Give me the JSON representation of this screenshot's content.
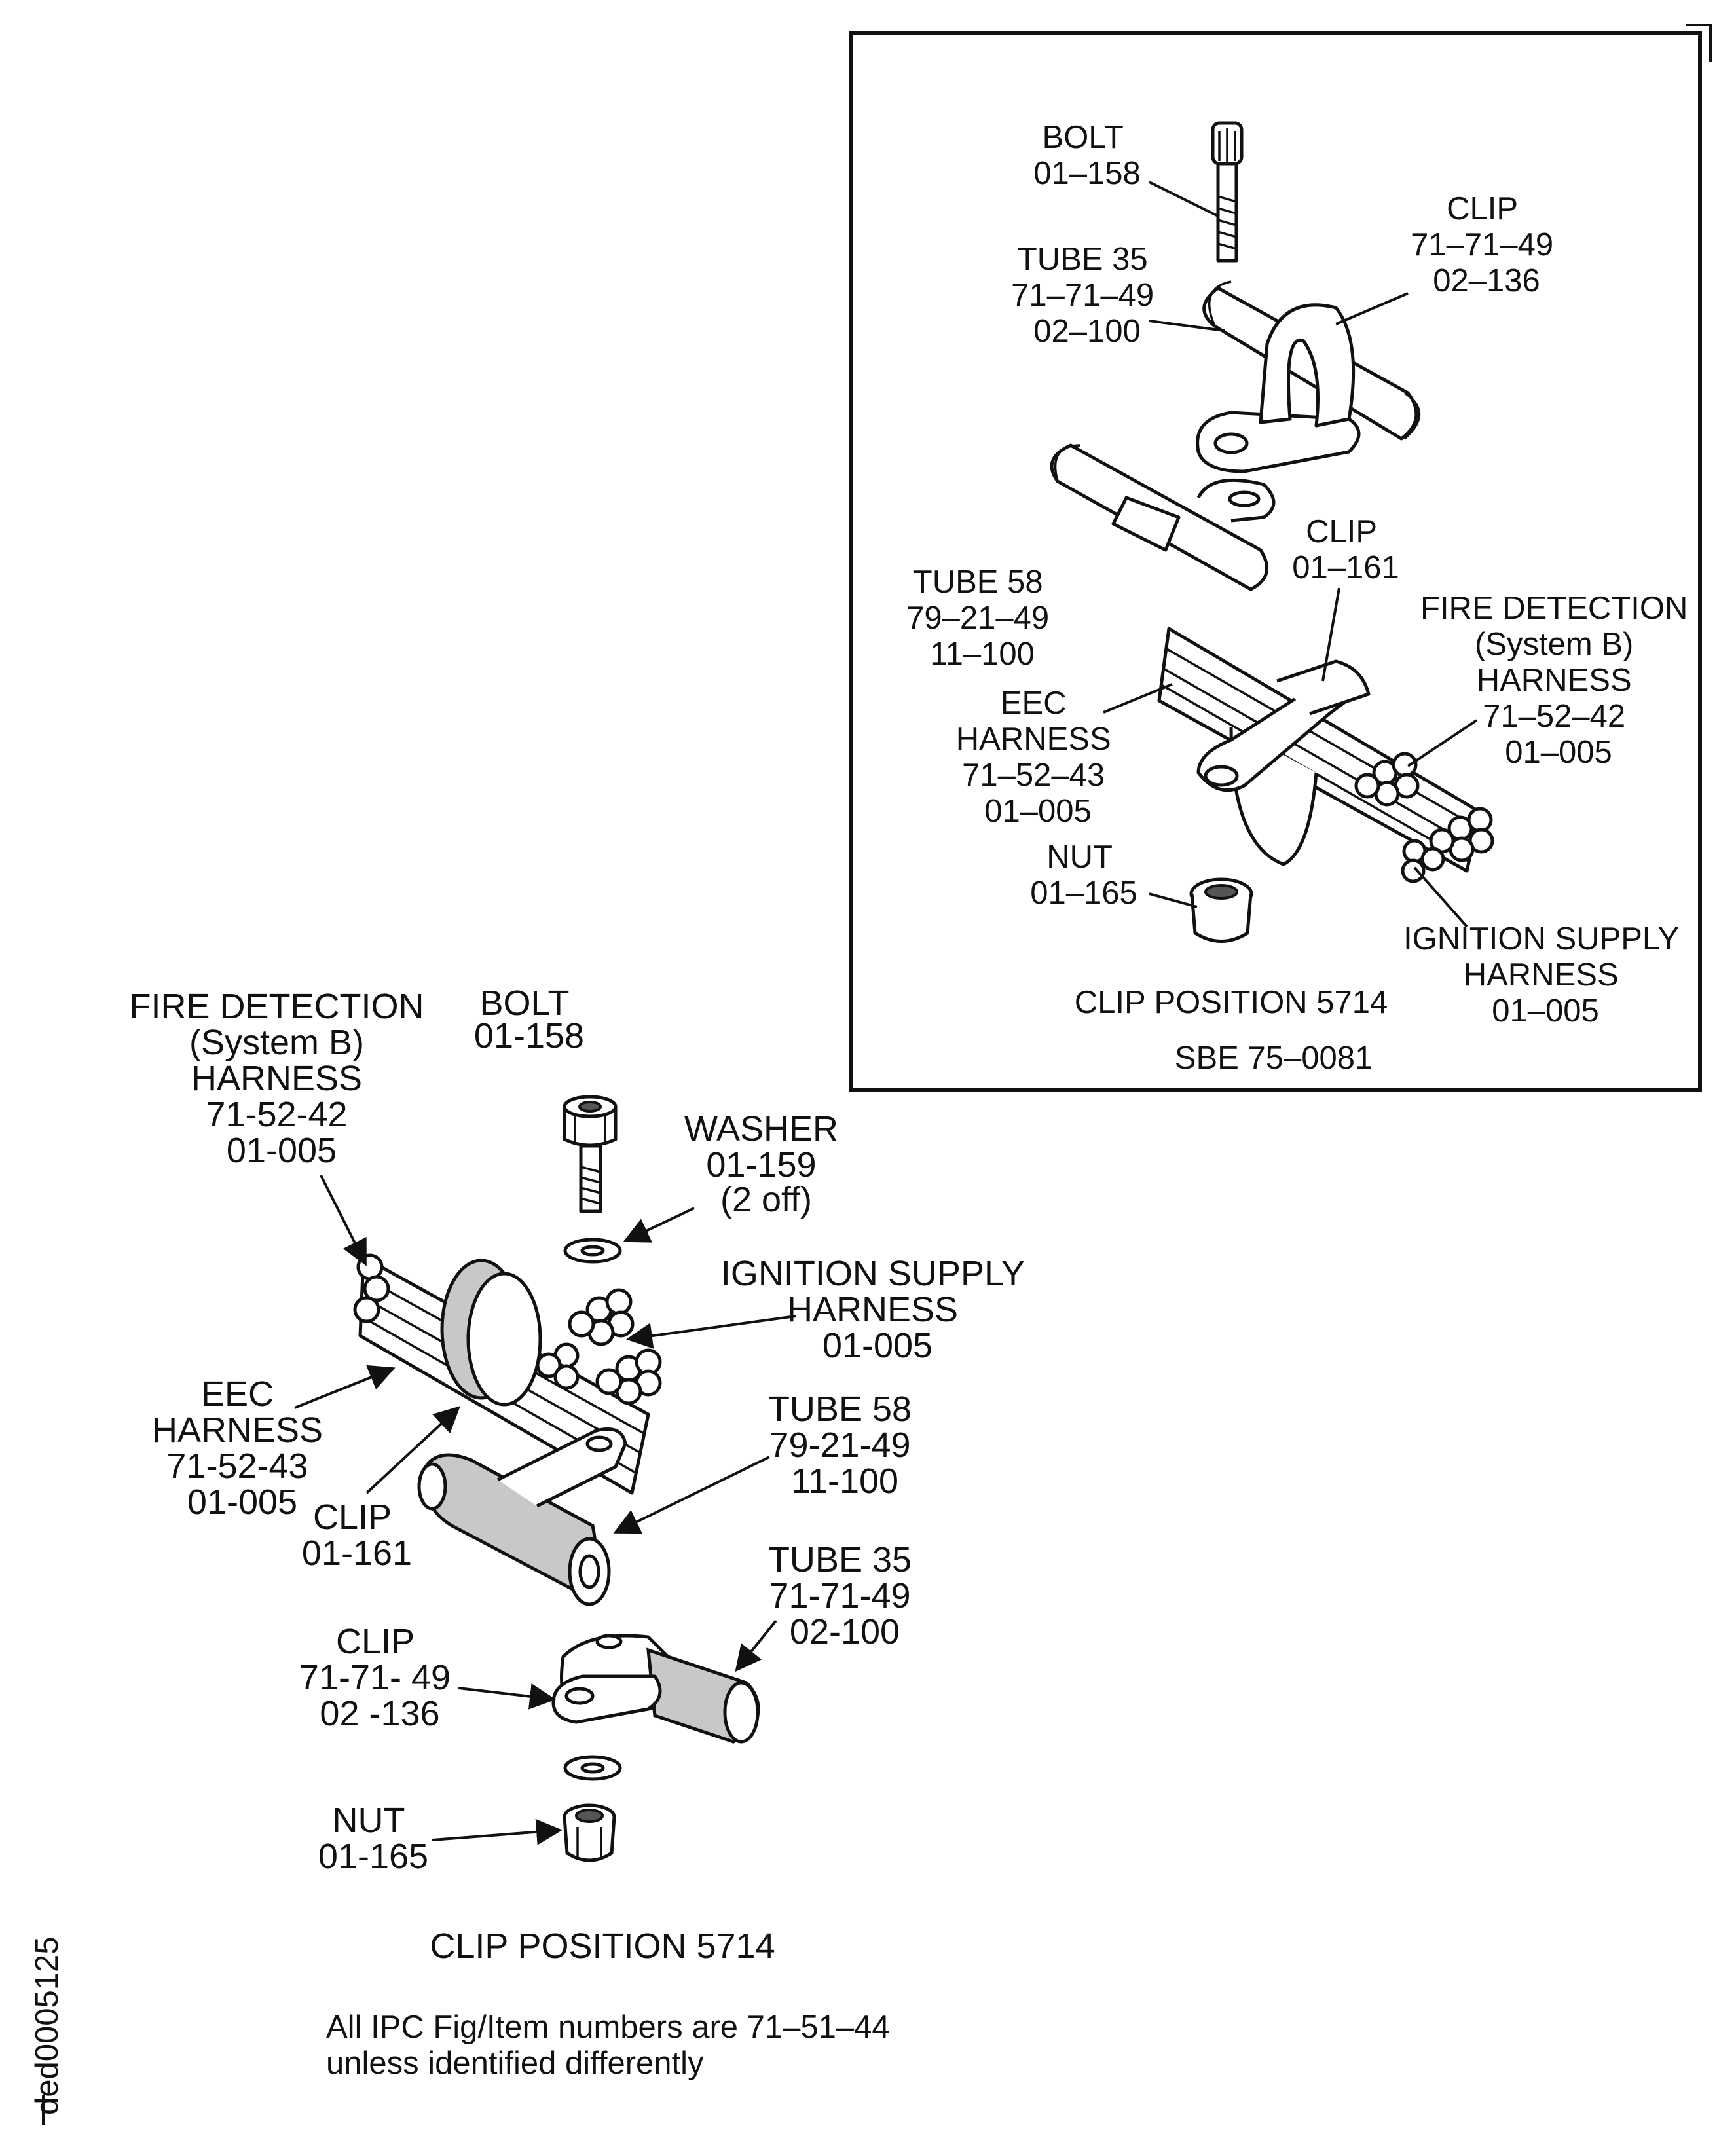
{
  "inset": {
    "labels": {
      "bolt": [
        "BOLT",
        "01–158"
      ],
      "clip_top": [
        "CLIP",
        "71–71–49",
        "02–136"
      ],
      "tube35": [
        "TUBE 35",
        "71–71–49",
        "02–100"
      ],
      "tube58": [
        "TUBE 58",
        "79–21–49",
        "11–100"
      ],
      "clip_mid": [
        "CLIP",
        "01–161"
      ],
      "fire": [
        "FIRE DETECTION",
        "(System B)",
        "HARNESS",
        "71–52–42",
        "01–005"
      ],
      "eec": [
        "EEC",
        "HARNESS",
        "71–52–43",
        "01–005"
      ],
      "nut": [
        "NUT",
        "01–165"
      ],
      "ignition": [
        "IGNITION SUPPLY",
        "HARNESS",
        "01–005"
      ]
    },
    "caption": "CLIP POSITION 5714",
    "sbe": "SBE 75–0081"
  },
  "main": {
    "labels": {
      "fire": [
        "FIRE DETECTION",
        "(System B)",
        "HARNESS",
        "71-52-42",
        "01-005"
      ],
      "bolt": [
        "BOLT",
        "01-158"
      ],
      "washer": [
        "WASHER",
        "01-159",
        "(2 off)"
      ],
      "ignition": [
        "IGNITION SUPPLY",
        "HARNESS",
        "01-005"
      ],
      "eec": [
        "EEC",
        "HARNESS",
        "71-52-43",
        "01-005"
      ],
      "tube58": [
        "TUBE 58",
        "79-21-49",
        "11-100"
      ],
      "clip_mid": [
        "CLIP",
        "01-161"
      ],
      "tube35": [
        "TUBE 35",
        "71-71-49",
        "02-100"
      ],
      "clip_low": [
        "CLIP",
        "71-71- 49",
        "02 -136"
      ],
      "nut": [
        "NUT",
        "01-165"
      ]
    },
    "caption": "CLIP POSITION 5714"
  },
  "footnote": [
    "All IPC Fig/Item numbers are 71–51–44",
    "unless identified differently"
  ],
  "figure_id": "ded0005125"
}
